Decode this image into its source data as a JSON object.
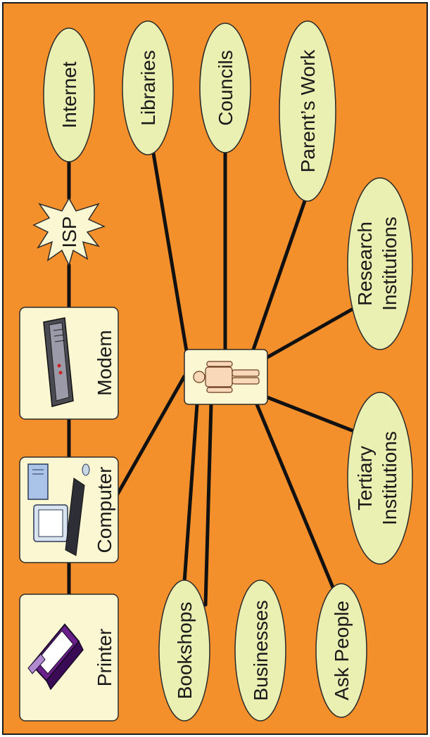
{
  "colors": {
    "background": "#f4902b",
    "node_fill": "#eaf0b2",
    "box_fill": "#fbf7d2",
    "line": "#111111"
  },
  "nodes": {
    "printer": "Printer",
    "computer": "Computer",
    "modem": "Modem",
    "isp": "ISP",
    "internet": "Internet",
    "libraries": "Libraries",
    "councils": "Councils",
    "parents_work": "Parent’s Work",
    "research_1": "Research",
    "research_2": "Institutions",
    "tertiary_1": "Tertiary",
    "tertiary_2": "Institutions",
    "bookshops": "Bookshops",
    "businesses": "Businesses",
    "ask_people": "Ask People"
  },
  "icons": {
    "printer": "printer-icon",
    "computer": "desktop-computer-icon",
    "modem": "modem-icon",
    "center": "person-icon"
  }
}
